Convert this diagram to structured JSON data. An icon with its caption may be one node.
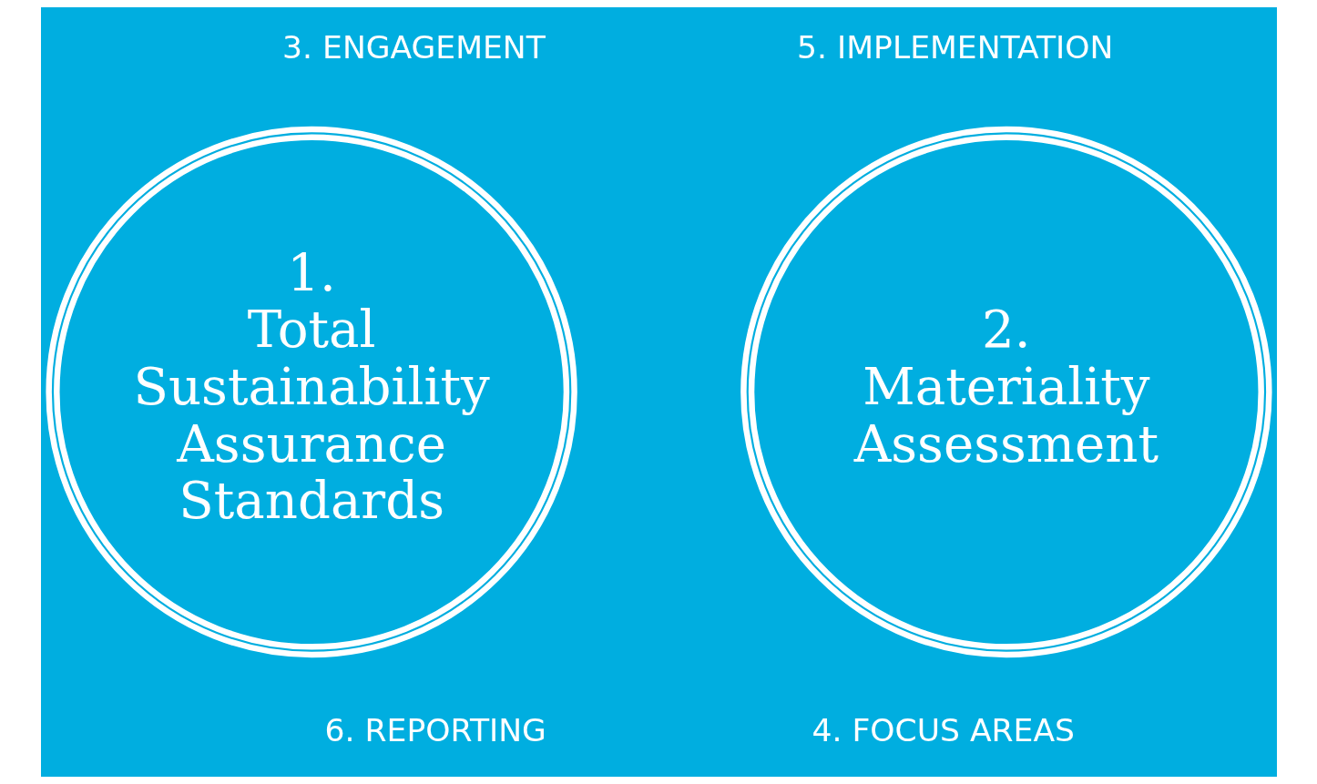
{
  "diagram": {
    "nodes": [
      {
        "text": [
          "1.",
          "Total Sustainability Assurance Standards"
        ]
      },
      {
        "text": [
          "2.",
          "Materiality Assessment"
        ]
      }
    ],
    "labels": [
      "3. ENGAGEMENT",
      "5. IMPLEMENTATION",
      "6. REPORTING",
      "4. FOCUS AREAS"
    ]
  }
}
